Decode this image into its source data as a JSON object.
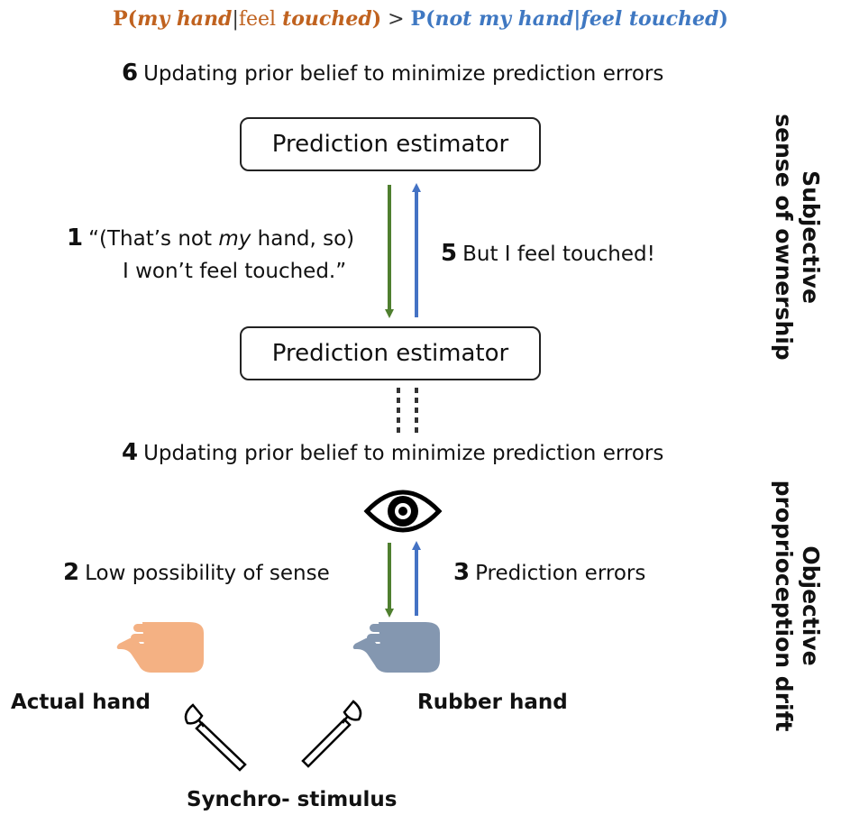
{
  "formula": {
    "left_p": "P(",
    "left_a": "my hand",
    "left_sep": "|",
    "left_b": "feel ",
    "left_c": "touched",
    "left_close": ")",
    "comparator": " > ",
    "right_p": "P(",
    "right_a": "not my hand",
    "right_sep": "|",
    "right_b": "feel touched",
    "right_close": ")"
  },
  "steps": {
    "s6": {
      "num": "6",
      "text": "Updating prior belief to minimize prediction errors"
    },
    "s1": {
      "num": "1",
      "line1_pre": "“(That’s not ",
      "line1_em": "my",
      "line1_post": " hand, so)",
      "line2": "I won’t feel touched.”"
    },
    "s5": {
      "num": "5",
      "text": "But I feel touched!"
    },
    "s4": {
      "num": "4",
      "text": "Updating prior belief to minimize prediction errors"
    },
    "s2": {
      "num": "2",
      "text": "Low possibility of sense"
    },
    "s3": {
      "num": "3",
      "text": "Prediction errors"
    }
  },
  "boxes": {
    "top": "Prediction estimator",
    "bottom": "Prediction estimator"
  },
  "side_labels": {
    "top_line1": "Subjective",
    "top_line2": "sense of ownership",
    "bottom_line1": "Objective",
    "bottom_line2": "proprioception drift"
  },
  "hands": {
    "actual": "Actual hand",
    "rubber": "Rubber hand",
    "stimulus": "Synchro- stimulus"
  },
  "colors": {
    "green_arrow": "#4f7f2f",
    "blue_arrow": "#4472c4",
    "actual_hand": "#f4b183",
    "rubber_hand": "#8497b0",
    "orange_text": "#c0621f",
    "blue_text": "#3f78c2"
  },
  "icons": [
    "eye-icon",
    "actual-hand-icon",
    "rubber-hand-icon",
    "brush-icon"
  ]
}
